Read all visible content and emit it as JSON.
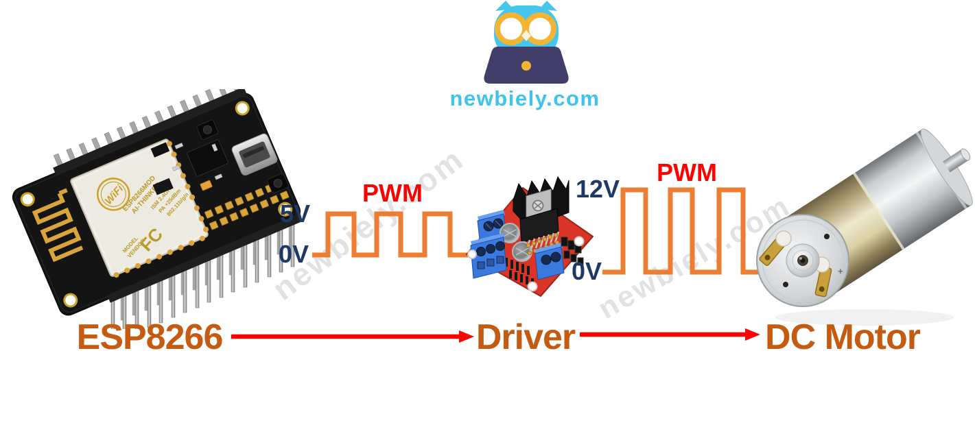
{
  "brand": {
    "logo_text": "newbiely.com",
    "watermark": "newbiely.com"
  },
  "nodes": [
    {
      "label": "ESP8266"
    },
    {
      "label": "Driver"
    },
    {
      "label": "DC Motor"
    }
  ],
  "signal_left": {
    "title": "PWM",
    "high": "5V",
    "low": "0V"
  },
  "signal_right": {
    "title": "PWM",
    "high": "12V",
    "low": "0V"
  },
  "esp_module": {
    "wifi_logo": "WiFi",
    "module_name": "ESP8266MOD",
    "vendor": "AI-THINKER",
    "model_label": "MODEL",
    "vendor_label": "VENDOR",
    "cert_mark": "FC",
    "band": "ISM 2.4GHz",
    "power": "PA +25dBm",
    "standard": "802.11b/g/n"
  },
  "motor": {
    "plus_mark": "+"
  },
  "colors": {
    "waveform_orange": "#ED7D31",
    "pwm_red": "#FF0000",
    "voltage_navy": "#1F3864",
    "node_label_brown": "#C55A11",
    "arrow_red": "#FF0000",
    "brand_cyan": "#3FC3EE",
    "glasses_gold": "#F2B434",
    "laptop_navy": "#413E69",
    "driver_pcb_red": "#D93425",
    "terminal_blue": "#3A79DE",
    "watermark_gray": "#C6C6C6"
  }
}
